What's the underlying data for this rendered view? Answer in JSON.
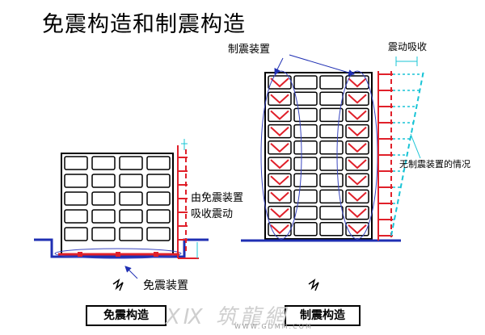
{
  "title": "免震构造和制震构造",
  "labels": {
    "damper_device": "制震装置",
    "vibration_absorb": "震动吸收",
    "no_damper": "无制震装置的情况",
    "absorb_line1": "由免震装置",
    "absorb_line2": "吸收震动",
    "isolation_device": "免震装置"
  },
  "captions": {
    "isolation": "免震构造",
    "damping": "制震构造"
  },
  "watermark": {
    "logo": "ⅩⅨ 筑龍網",
    "url": "WWW.GDMM.COM"
  },
  "colors": {
    "frame": "#000000",
    "ground": "#1f2fb3",
    "damper": "#e0202a",
    "ellipse": "#3a46c0",
    "drift": "#19c4d6"
  }
}
